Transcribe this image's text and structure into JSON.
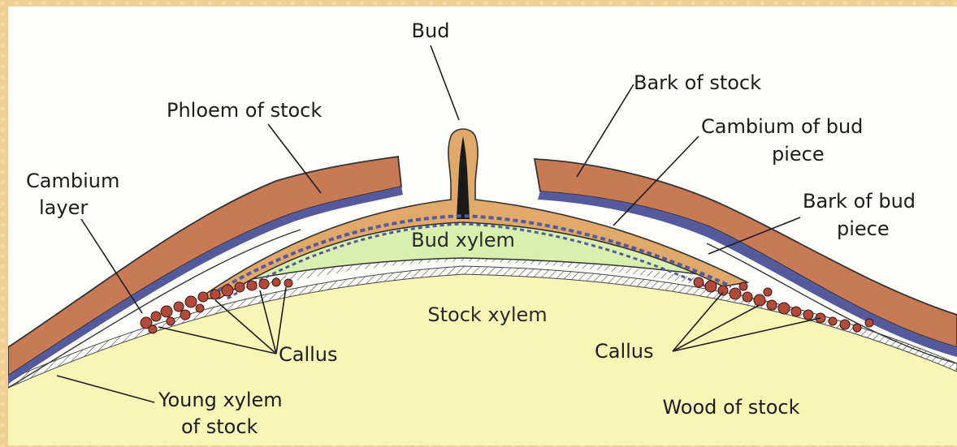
{
  "labels": {
    "bud": "Bud",
    "bark_of_stock": "Bark of stock",
    "phloem_of_stock": "Phloem of stock",
    "cambium_of_bud_piece_1": "Cambium of bud",
    "cambium_of_bud_piece_2": "piece",
    "cambium_layer_1": "Cambium",
    "cambium_layer_2": "layer",
    "bark_of_bud_piece_1": "Bark of bud",
    "bark_of_bud_piece_2": "piece",
    "bud_xylem": "Bud xylem",
    "stock_xylem": "Stock xylem",
    "callus_left": "Callus",
    "callus_right": "Callus",
    "young_xylem_1": "Young xylem",
    "young_xylem_2": "of stock",
    "wood_of_stock": "Wood of stock"
  },
  "colors": {
    "background_frame": "#f0cf95",
    "wood": "#f8f6b6",
    "bud_xylem": "#d8efae",
    "bark": "#c87a55",
    "bud_piece": "#e0a96a",
    "cambium": "#555a9c",
    "callus": "#b14a3a",
    "bud_core": "#1a1a1a"
  }
}
